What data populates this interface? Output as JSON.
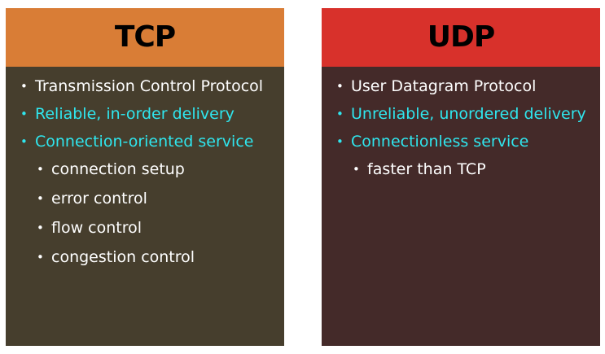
{
  "colors": {
    "tcp_header": "#d97d36",
    "tcp_body": "#463e2d",
    "udp_header": "#d8312b",
    "udp_body": "#442a29",
    "highlight_text": "#2fe6ee",
    "normal_text": "#ffffff"
  },
  "tcp": {
    "title": "TCP",
    "items": [
      {
        "text": "Transmission Control Protocol",
        "level": 1,
        "highlight": false
      },
      {
        "text": "Reliable, in-order delivery",
        "level": 1,
        "highlight": true
      },
      {
        "text": "Connection-oriented service",
        "level": 1,
        "highlight": true
      },
      {
        "text": "connection setup",
        "level": 2,
        "highlight": false
      },
      {
        "text": "error control",
        "level": 2,
        "highlight": false
      },
      {
        "text": "flow control",
        "level": 2,
        "highlight": false
      },
      {
        "text": "congestion control",
        "level": 2,
        "highlight": false
      }
    ]
  },
  "udp": {
    "title": "UDP",
    "items": [
      {
        "text": "User Datagram Protocol",
        "level": 1,
        "highlight": false
      },
      {
        "text": "Unreliable, unordered delivery",
        "level": 1,
        "highlight": true
      },
      {
        "text": "Connectionless service",
        "level": 1,
        "highlight": true
      },
      {
        "text": "faster than TCP",
        "level": 2,
        "highlight": false
      }
    ]
  }
}
